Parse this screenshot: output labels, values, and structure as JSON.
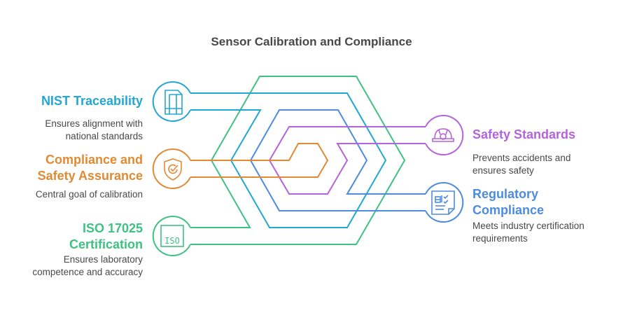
{
  "title": "Sensor Calibration and Compliance",
  "colors": {
    "nist": "#22A7D3",
    "compliance": "#E08A33",
    "iso": "#3DC282",
    "safety": "#B463DB",
    "regulatory": "#4C8BE0",
    "text": "#484848"
  },
  "items": [
    {
      "id": "nist",
      "title": "NIST Traceability",
      "description": "Ensures alignment with national standards",
      "icon": "document-layout-icon",
      "side": "left"
    },
    {
      "id": "compliance",
      "title": "Compliance and Safety Assurance",
      "description": "Central goal of calibration",
      "icon": "shield-check-icon",
      "side": "left"
    },
    {
      "id": "iso",
      "title": "ISO 17025 Certification",
      "description": "Ensures laboratory competence and accuracy",
      "icon": "iso-badge-icon",
      "side": "left"
    },
    {
      "id": "safety",
      "title": "Safety Standards",
      "description": "Prevents accidents and ensures safety",
      "icon": "hard-hat-icon",
      "side": "right"
    },
    {
      "id": "regulatory",
      "title": "Regulatory Compliance",
      "description": "Meets industry certification requirements",
      "icon": "checklist-document-icon",
      "side": "right"
    }
  ],
  "labels": {
    "nist_title": "NIST Traceability",
    "nist_desc_1": "Ensures alignment with",
    "nist_desc_2": "national standards",
    "compliance_title_1": "Compliance and",
    "compliance_title_2": "Safety Assurance",
    "compliance_desc": "Central goal of calibration",
    "iso_title_1": "ISO 17025",
    "iso_title_2": "Certification",
    "iso_desc_1": "Ensures laboratory",
    "iso_desc_2": "competence and accuracy",
    "safety_title": "Safety Standards",
    "safety_desc_1": "Prevents accidents and",
    "safety_desc_2": "ensures safety",
    "regulatory_title_1": "Regulatory",
    "regulatory_title_2": "Compliance",
    "regulatory_desc_1": "Meets industry certification",
    "regulatory_desc_2": "requirements",
    "iso_icon_text": "ISO"
  }
}
